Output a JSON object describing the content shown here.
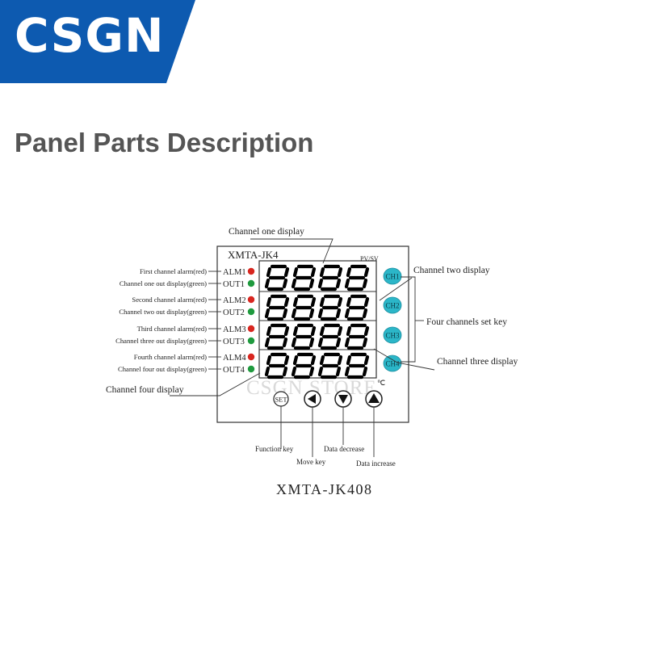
{
  "brand": {
    "logo_text": "CSGN",
    "banner_color": "#0d5ab0"
  },
  "heading": "Panel Parts Description",
  "panel": {
    "model_top": "XMTA-JK4",
    "pv_sv": "PV/SV",
    "digits": "8888",
    "unit": "℃",
    "watermark": "CSGN STORE",
    "model_bottom": "XMTA-JK408",
    "indicators": [
      {
        "text": "ALM1",
        "color": "#d8261f"
      },
      {
        "text": "OUT1",
        "color": "#1f9a3e"
      },
      {
        "text": "ALM2",
        "color": "#d8261f"
      },
      {
        "text": "OUT2",
        "color": "#1f9a3e"
      },
      {
        "text": "ALM3",
        "color": "#d8261f"
      },
      {
        "text": "OUT3",
        "color": "#1f9a3e"
      },
      {
        "text": "ALM4",
        "color": "#d8261f"
      },
      {
        "text": "OUT4",
        "color": "#1f9a3e"
      }
    ],
    "channel_keys": [
      "CH1",
      "CH2",
      "CH3",
      "CH4"
    ],
    "channel_key_color": "#2bb6c8",
    "set_key": "SET",
    "arrow_keys": [
      "◀",
      "▼",
      "▲"
    ]
  },
  "callouts": {
    "channel_one_display": "Channel one display",
    "channel_two_display": "Channel two display",
    "four_channels_set_key": "Four channels set key",
    "channel_three_display": "Channel three display",
    "channel_four_display": "Channel four display",
    "left": [
      "First channel alarm(red)",
      "Channel one out display(green)",
      "Second channel alarm(red)",
      "Channel two out display(green)",
      "Third channel alarm(red)",
      "Channel three out display(green)",
      "Fourth channel alarm(red)",
      "Channel four out display(green)"
    ],
    "function_key": "Function key",
    "move_key": "Move key",
    "data_decrease": "Data decrease",
    "data_increase": "Data increase"
  }
}
